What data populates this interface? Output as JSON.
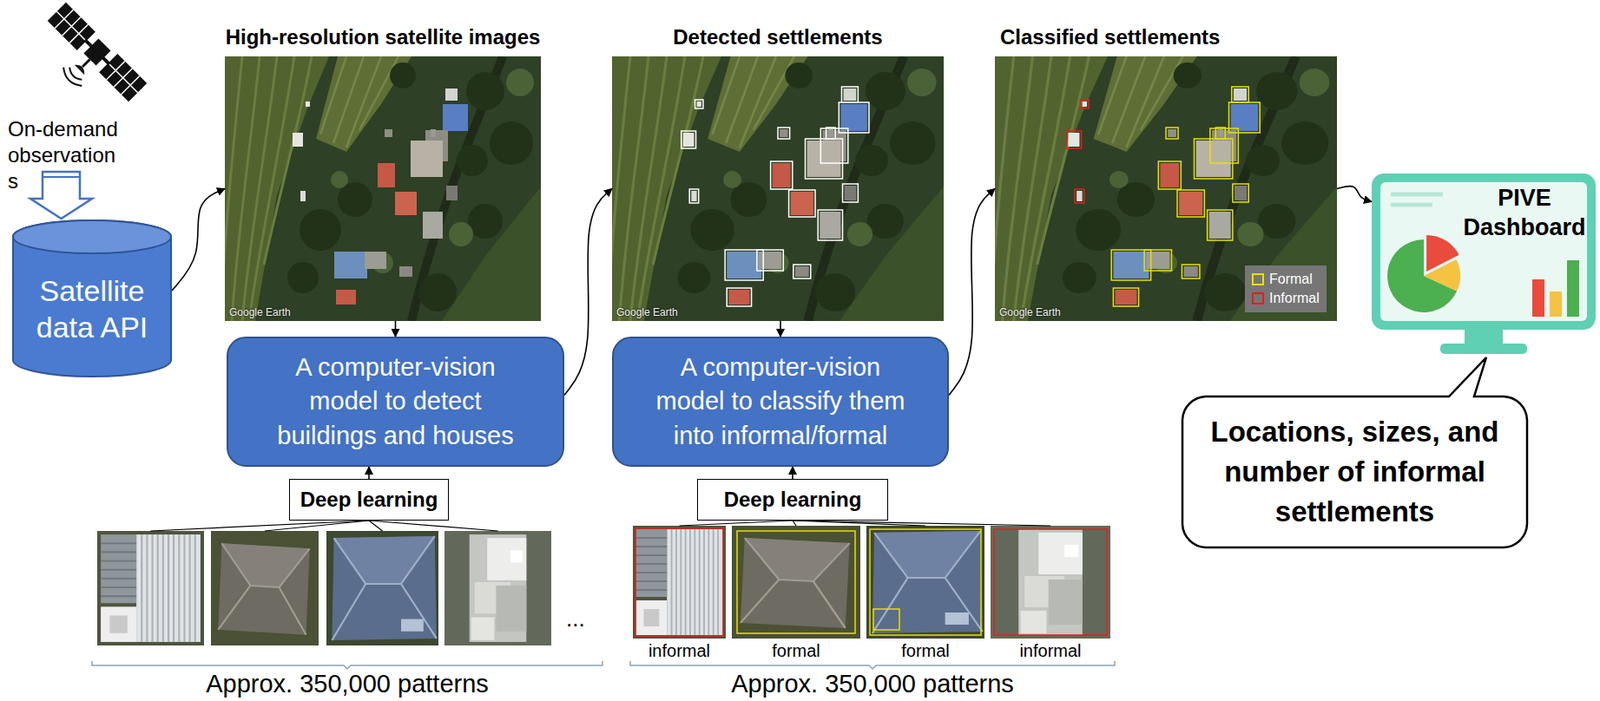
{
  "diagram": {
    "nodes": [
      {
        "text": [
          "Satellite data API"
        ]
      },
      {
        "text": [
          "High-resolution satellite images",
          "Google Earth"
        ]
      },
      {
        "text": [
          "Detected settlements",
          "Google Earth"
        ]
      },
      {
        "text": [
          "Classified settlements",
          "Google Earth"
        ]
      },
      {
        "text": [
          "PIVE Dashboard"
        ]
      },
      {
        "text": [
          "A computer-vision model to detect buildings and houses"
        ]
      },
      {
        "text": [
          "A computer-vision model to classify them into informal/formal"
        ]
      },
      {
        "text": [
          "Locations, sizes, and number of informal settlements"
        ]
      },
      {
        "text": [
          "Deep learning"
        ]
      },
      {
        "text": [
          "Deep learning"
        ]
      }
    ],
    "edges": [
      {
        "from": 0,
        "to": 1,
        "arrow": "to"
      },
      {
        "from": 1,
        "to": 5,
        "arrow": "to"
      },
      {
        "from": 8,
        "to": 5,
        "arrow": "to"
      },
      {
        "from": 5,
        "to": 2,
        "arrow": "to"
      },
      {
        "from": 2,
        "to": 6,
        "arrow": "to"
      },
      {
        "from": 9,
        "to": 6,
        "arrow": "to"
      },
      {
        "from": 6,
        "to": 3,
        "arrow": "to"
      },
      {
        "from": 3,
        "to": 4,
        "arrow": "to"
      }
    ],
    "labels": [
      "On-demand observation s",
      "...",
      "informal",
      "formal",
      "formal",
      "informal",
      "Approx. 350,000 patterns",
      "Approx. 350,000 patterns"
    ],
    "legend": [
      {
        "text": "Formal",
        "color": "#e8e000"
      },
      {
        "text": "Informal",
        "color": "#e02020"
      }
    ]
  }
}
